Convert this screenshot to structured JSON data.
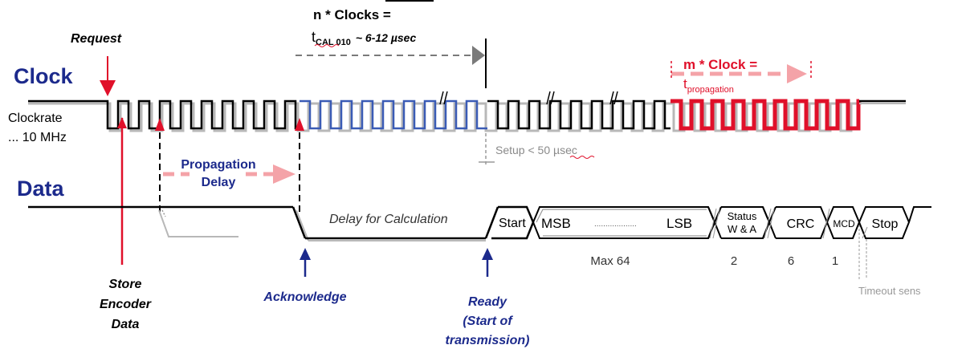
{
  "labels": {
    "request": "Request",
    "clock": "Clock",
    "clockrate_1": "Clockrate",
    "clockrate_2": "... 10 MHz",
    "data": "Data",
    "n_clocks_1": "n * Clocks =",
    "t_cal": "t",
    "t_cal_sub": "CAL 010",
    "t_cal_range": "~ 6-12 µsec",
    "m_clock": "m * Clock =",
    "t_prop": "t",
    "t_prop_sub": "propagation",
    "propagation_1": "Propagation",
    "propagation_2": "Delay",
    "setup": "Setup < 50 µsec",
    "delay_calc": "Delay for Calculation",
    "store_1": "Store",
    "store_2": "Encoder",
    "store_3": "Data",
    "acknowledge": "Acknowledge",
    "ready_1": "Ready",
    "ready_2": "(Start of",
    "ready_3": "transmission)",
    "timeout": "Timeout sens"
  },
  "frame_fields": {
    "start": "Start",
    "msb": "MSB",
    "dots": "...................",
    "lsb": "LSB",
    "status_1": "Status",
    "status_2": "W & A",
    "crc": "CRC",
    "mcd": "MCD",
    "stop": "Stop"
  },
  "field_widths": {
    "max": "Max 64",
    "status": "2",
    "crc": "6",
    "mcd": "1"
  },
  "colors": {
    "navy": "#1c2a8c",
    "red": "#e0102a",
    "blue_clock": "#3a5bb5",
    "arrow_pink": "#f4a3a8",
    "grey": "#8a8a8a"
  }
}
